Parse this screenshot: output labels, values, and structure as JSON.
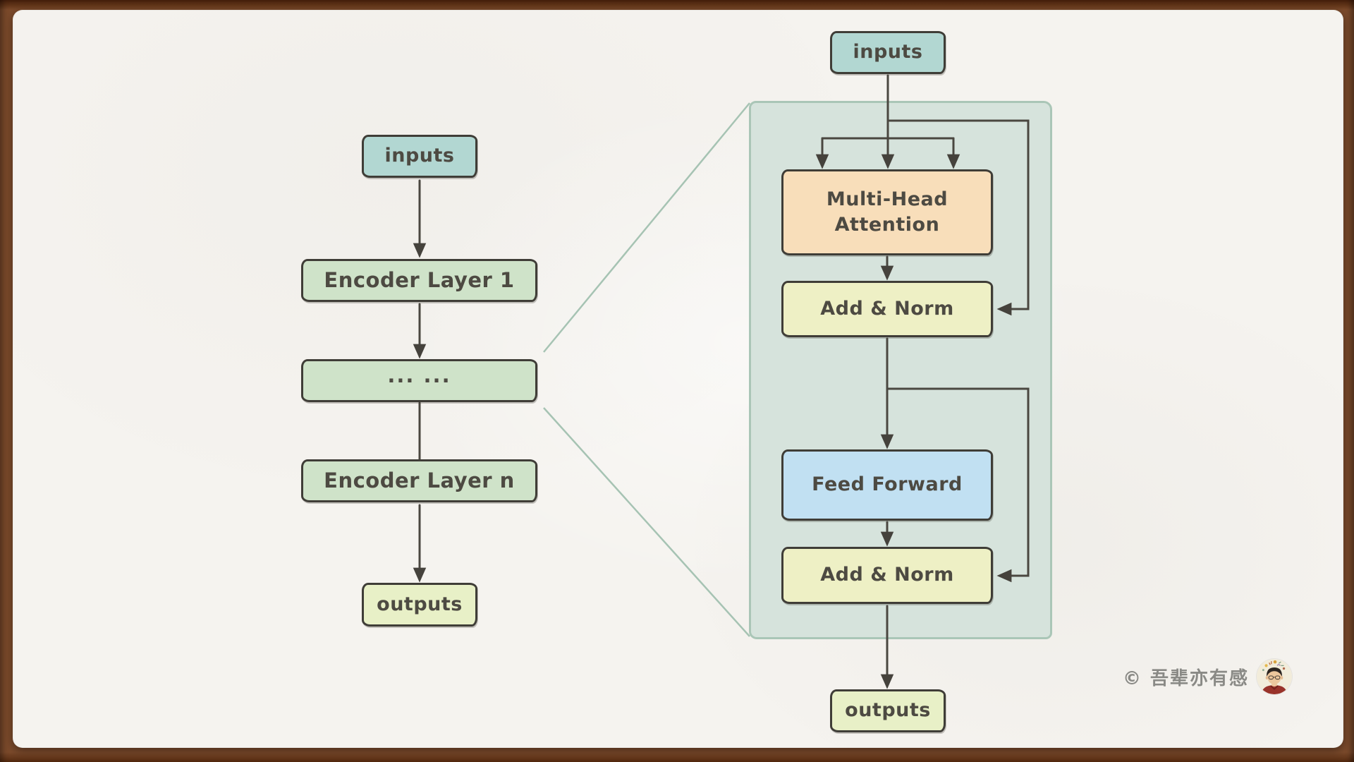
{
  "overview": {
    "nodes": [
      {
        "label": "inputs"
      },
      {
        "label": "Encoder Layer 1"
      },
      {
        "label": "... ..."
      },
      {
        "label": "Encoder Layer n"
      },
      {
        "label": "outputs"
      }
    ]
  },
  "detail": {
    "inputs_label": "inputs",
    "multi_head_attention_label": "Multi-Head Attention",
    "add_norm_top_label": "Add & Norm",
    "feed_forward_label": "Feed Forward",
    "add_norm_bottom_label": "Add & Norm",
    "outputs_label": "outputs"
  },
  "footer": {
    "watermark": "© 吾辈亦有感"
  },
  "colors": {
    "frame_wood": "#7b4a2b",
    "paper": "#f5f3ef",
    "inputs_box": "#b2d7d2",
    "encoder_box": "#cfe3c9",
    "outputs_box": "#e8f0c7",
    "attention_box": "#f8deba",
    "add_norm_box": "#eef0c5",
    "feed_forward_box": "#c1e0f2",
    "detail_panel_fill": "#d6e3dc",
    "detail_panel_border": "#aac6b7",
    "box_border": "#3f3d37",
    "arrow": "#4a4740",
    "zoom_connector": "#a6c3b3",
    "label_text": "#4d4a42",
    "watermark_text": "#8a8a86"
  }
}
